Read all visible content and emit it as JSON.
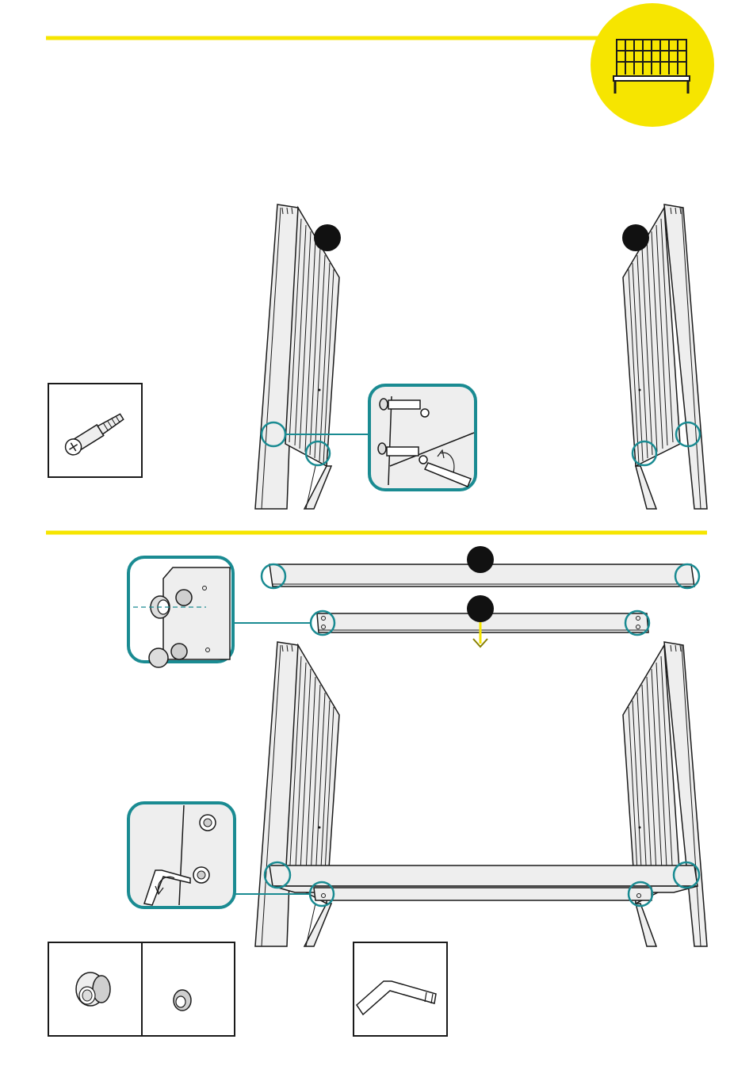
{
  "page": {
    "background": "#ffffff",
    "accent_color": "#f6e500",
    "detail_color": "#1a8b92",
    "line_color": "#1a1a1a",
    "panel_fill": "#eeeeee"
  },
  "header_badge": {
    "icon": "crib-icon"
  },
  "step_top": {
    "left_panel_marker": "",
    "right_panel_marker": "",
    "part_icon": "cam-bolt-icon",
    "zoom_detail": "screwdriver-cam-bolt-detail"
  },
  "step_bottom": {
    "rail_top_marker": "",
    "rail_bottom_marker": "",
    "zoom_detail_top": "cam-lock-insert-detail",
    "zoom_detail_bottom": "allen-key-tighten-detail",
    "parts": [
      "cam-nut-icon",
      "cam-lock-icon",
      "allen-key-icon"
    ]
  }
}
